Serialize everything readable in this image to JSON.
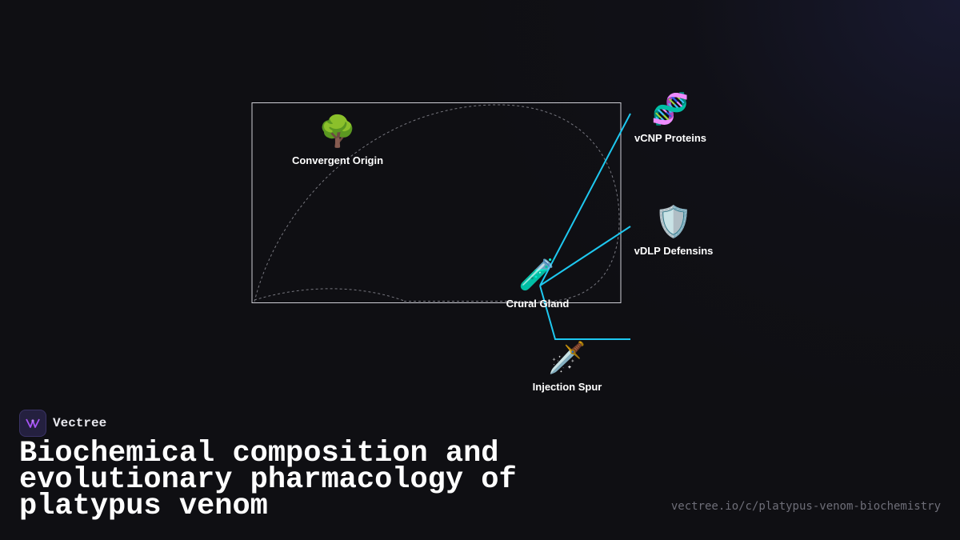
{
  "diagram": {
    "nodes": [
      {
        "id": "convergent-origin",
        "icon": "tree-icon",
        "glyph": "🌳",
        "label": "Convergent Origin"
      },
      {
        "id": "vcnp-proteins",
        "icon": "dna-icon",
        "glyph": "🧬",
        "label": "vCNP Proteins"
      },
      {
        "id": "vdlp-defensins",
        "icon": "shield-icon",
        "glyph": "🛡️",
        "label": "vDLP Defensins"
      },
      {
        "id": "crural-gland",
        "icon": "test-tube-icon",
        "glyph": "🧪",
        "label": "Crural Gland"
      },
      {
        "id": "injection-spur",
        "icon": "dagger-icon",
        "glyph": "🗡️",
        "label": "Injection Spur"
      }
    ],
    "edges": [
      {
        "from": "crural-gland",
        "to": "vcnp-proteins"
      },
      {
        "from": "crural-gland",
        "to": "vdlp-defensins"
      },
      {
        "from": "crural-gland",
        "to": "injection-spur"
      }
    ],
    "colors": {
      "edge": "#1ec8f0",
      "frame": "#cfcfd6",
      "dashed": "#77777f"
    }
  },
  "brand": {
    "name": "Vectree",
    "logo_icon": "vectree-logo-icon"
  },
  "title": "Biochemical composition and evolutionary pharmacology of platypus venom",
  "url": "vectree.io/c/platypus-venom-biochemistry",
  "colors": {
    "background": "#0f0f13",
    "text": "#ffffff",
    "muted": "#6e6e78",
    "logo_accent": "#a855f7"
  }
}
